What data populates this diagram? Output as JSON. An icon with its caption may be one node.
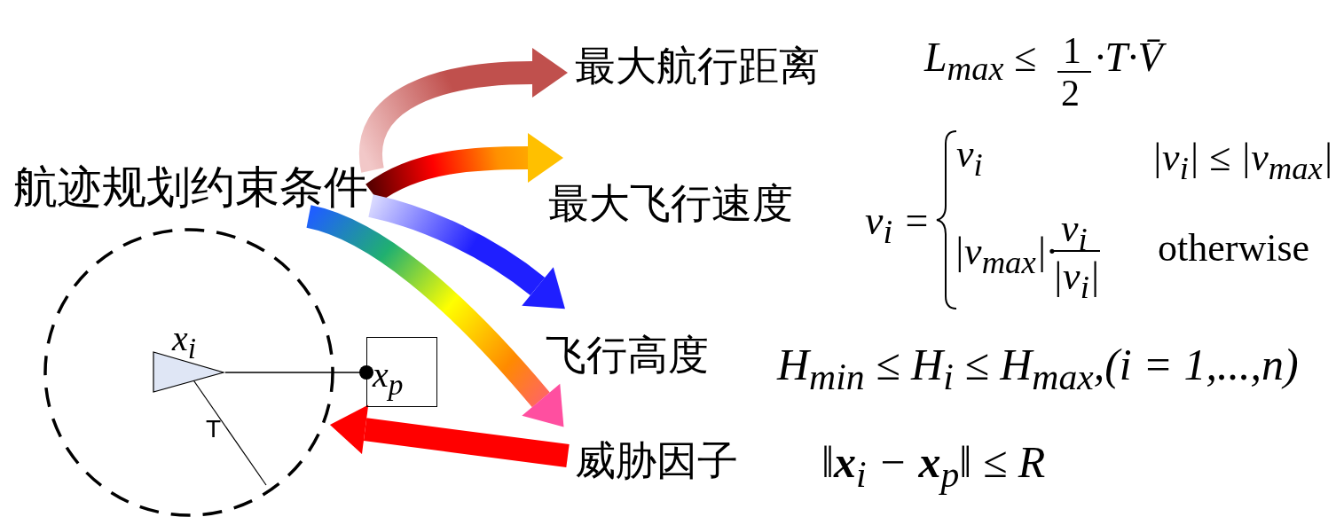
{
  "diagram": {
    "nodes": [
      {
        "text": [
          "航迹规划约束条件"
        ]
      },
      {
        "text": [
          "最大航行距离"
        ]
      },
      {
        "text": [
          "最大飞行速度"
        ]
      },
      {
        "text": [
          "飞行高度"
        ]
      },
      {
        "text": [
          "威胁因子"
        ]
      },
      {
        "text": [],
        "shape": "circle"
      },
      {
        "text": [
          "x$_{i}$"
        ],
        "in": 5
      },
      {
        "text": [
          "x$_{p}$"
        ]
      }
    ],
    "edges": [
      {
        "from": 0,
        "to": 1,
        "arrow": "to",
        "style": "thick",
        "color": "#c0504d"
      },
      {
        "from": 0,
        "to": 2,
        "arrow": "to",
        "style": "thick",
        "color": "#ffc000"
      },
      {
        "from": 0,
        "to": 3,
        "arrow": "to",
        "style": "thick",
        "color": "#1f1fff"
      },
      {
        "from": 0,
        "to": 4,
        "arrow": "to",
        "style": "thick",
        "color": "#ff4fa0"
      },
      {
        "from": 4,
        "to": 5,
        "arrow": "to",
        "style": "thick",
        "color": "#ff0000"
      },
      {
        "from": 6,
        "to": 7,
        "arrow": "other",
        "color": "#000000"
      }
    ],
    "labels": [
      "T",
      "L$_{max}$ ≤",
      "1",
      "2",
      "·T·V̄",
      "v$_{i}$ =",
      "v$_{i}$",
      "|v$_{i}$| ≤ |v$_{max}$|",
      "|v$_{max}$|·",
      "v$_{i}$",
      "|v$_{i}$|",
      "otherwise",
      "H$_{min}$ ≤ H$_{i}$ ≤ H$_{max}$,(i = 1,...,n)",
      "‖**x**$_{i}$ − **x**$_{p}$‖ ≤ R"
    ]
  }
}
